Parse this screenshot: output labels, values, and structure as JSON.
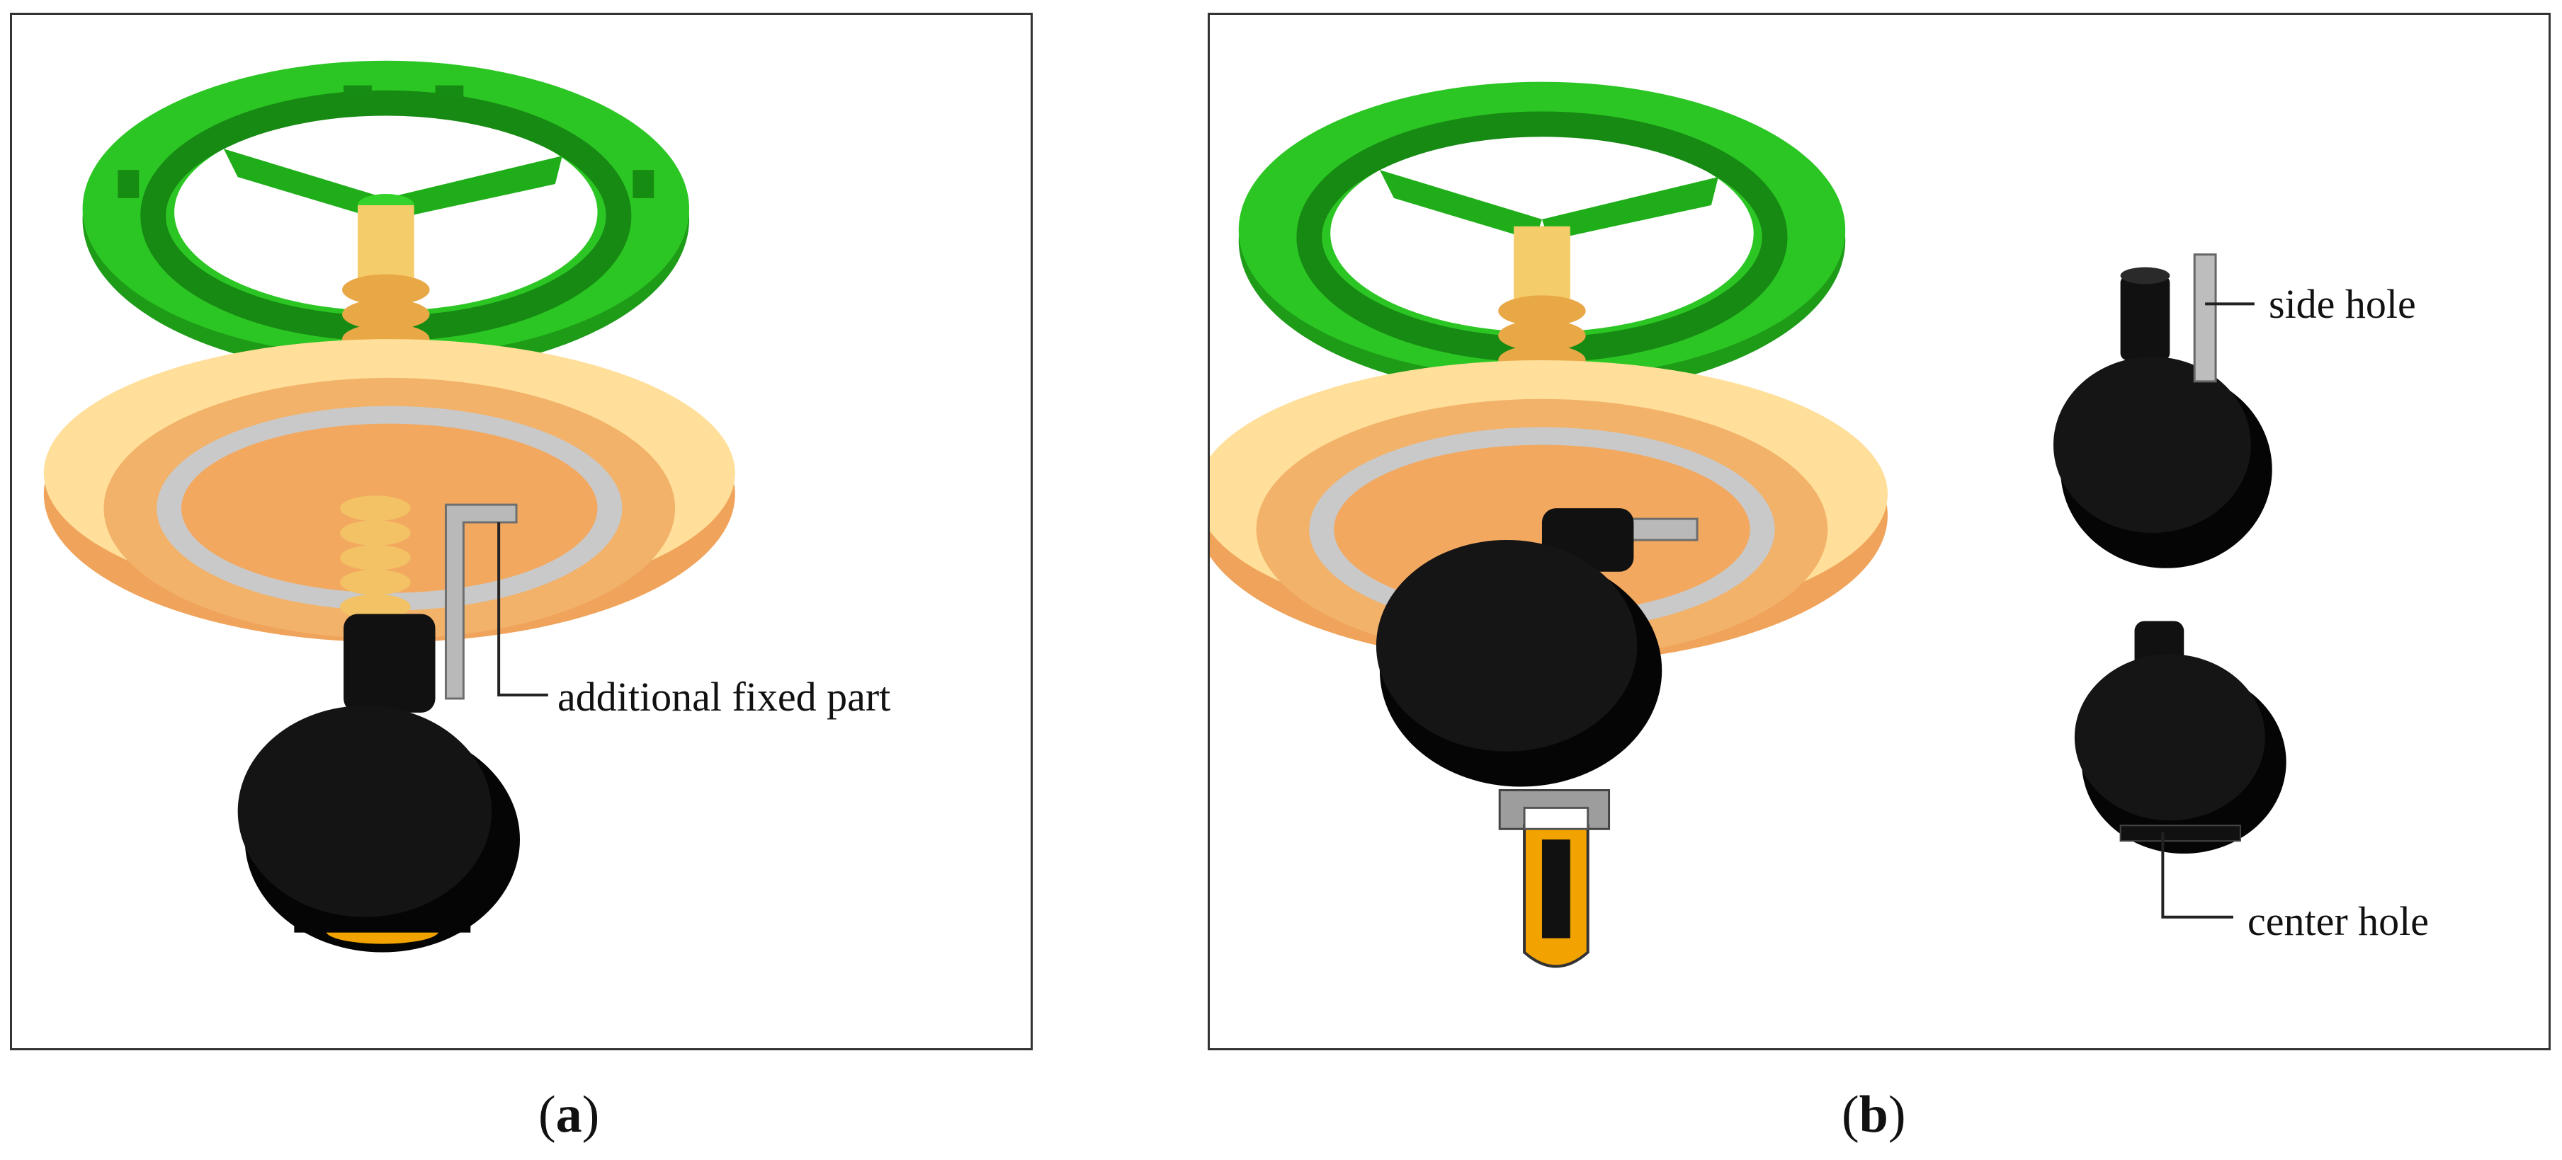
{
  "panel_a": {
    "caption_letter": "a",
    "annotation": "additional fixed part"
  },
  "panel_b": {
    "caption_letter": "b",
    "annotation_top": "side hole",
    "annotation_bottom": "center hole"
  },
  "colors": {
    "handwheel": "#22b51c",
    "handwheel_dark": "#137a10",
    "flange": "#f6b26b",
    "flange_light": "#ffe39a",
    "stem": "#f5cc6a",
    "part": "#0a0a0a",
    "bracket": "#b9b9b9",
    "plug": "#f2a300"
  }
}
